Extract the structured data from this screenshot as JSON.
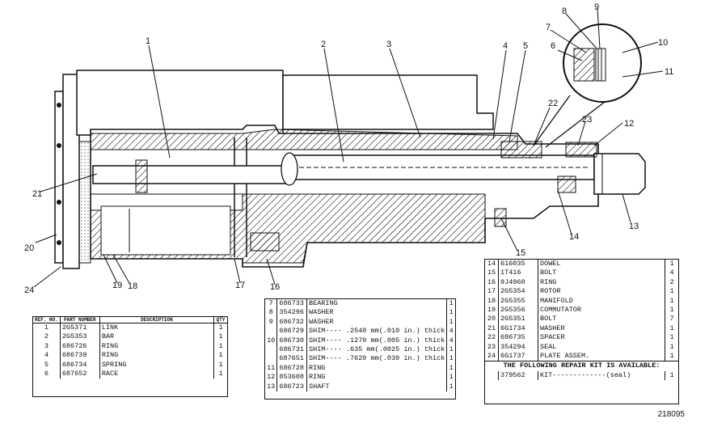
{
  "callouts": [
    "1",
    "2",
    "3",
    "4",
    "5",
    "6",
    "7",
    "8",
    "9",
    "10",
    "11",
    "12",
    "13",
    "14",
    "15",
    "16",
    "17",
    "18",
    "19",
    "20",
    "21",
    "22",
    "23",
    "24"
  ],
  "drawing_number": "218095",
  "table1": {
    "headers": {
      "ref": "REF. NO.",
      "part": "PART NUMBER",
      "desc": "DESCRIPTION",
      "qty": "QTY"
    },
    "rows": [
      {
        "ref": "1",
        "part": "2G5371",
        "desc": "LINK",
        "qty": "1"
      },
      {
        "ref": "2",
        "part": "2G5353",
        "desc": "BAR",
        "qty": "1"
      },
      {
        "ref": "3",
        "part": "686726",
        "desc": "RING",
        "qty": "1"
      },
      {
        "ref": "4",
        "part": "686739",
        "desc": "RING",
        "qty": "1"
      },
      {
        "ref": "5",
        "part": "686734",
        "desc": "SPRING",
        "qty": "1"
      },
      {
        "ref": "6",
        "part": "687652",
        "desc": "RACE",
        "qty": "1"
      }
    ]
  },
  "table2": {
    "rows": [
      {
        "ref": "7",
        "part": "686733",
        "desc": "BEARING",
        "qty": "1"
      },
      {
        "ref": "8",
        "part": "354296",
        "desc": "WASHER",
        "qty": "1"
      },
      {
        "ref": "9",
        "part": "686732",
        "desc": "WASHER",
        "qty": "1"
      },
      {
        "ref": "",
        "part": "686729",
        "desc": "SHIM---- .2540 mm(.010 in.) thick",
        "qty": "4"
      },
      {
        "ref": "10",
        "part": "686730",
        "desc": "SHIM---- .1270 mm(.005 in.) thick",
        "qty": "4"
      },
      {
        "ref": "",
        "part": "686731",
        "desc": "SHIM---- .635 mm(.0025 in.) thick",
        "qty": "1"
      },
      {
        "ref": "",
        "part": "687651",
        "desc": "SHIM---- .7620 mm(.030 in.) thick",
        "qty": "1"
      },
      {
        "ref": "11",
        "part": "686728",
        "desc": "RING",
        "qty": "1"
      },
      {
        "ref": "12",
        "part": "853608",
        "desc": "RING",
        "qty": "1"
      },
      {
        "ref": "13",
        "part": "686723",
        "desc": "SHAFT",
        "qty": "1"
      }
    ]
  },
  "table3": {
    "rows": [
      {
        "ref": "14",
        "part": "616035",
        "desc": "DOWEL",
        "qty": "1"
      },
      {
        "ref": "15",
        "part": "1T416",
        "desc": "BOLT",
        "qty": "4"
      },
      {
        "ref": "16",
        "part": "9J4960",
        "desc": "RING",
        "qty": "2"
      },
      {
        "ref": "17",
        "part": "2G5354",
        "desc": "ROTOR",
        "qty": "1"
      },
      {
        "ref": "18",
        "part": "2G5355",
        "desc": "MANIFOLD",
        "qty": "1"
      },
      {
        "ref": "19",
        "part": "2G5356",
        "desc": "COMMUTATOR",
        "qty": "1"
      },
      {
        "ref": "20",
        "part": "2G5351",
        "desc": "BOLT",
        "qty": "7"
      },
      {
        "ref": "21",
        "part": "6G1734",
        "desc": "WASHER",
        "qty": "1"
      },
      {
        "ref": "22",
        "part": "686735",
        "desc": "SPACER",
        "qty": "1"
      },
      {
        "ref": "23",
        "part": "354294",
        "desc": "SEAL",
        "qty": "1"
      },
      {
        "ref": "24",
        "part": "6G1737",
        "desc": "PLATE ASSEM.",
        "qty": "1"
      }
    ],
    "kit_note": "THE FOLLOWING REPAIR KIT IS AVAILABLE:",
    "kit": {
      "part": "379562",
      "desc": "KIT-------------(seal)",
      "qty": "1"
    }
  }
}
